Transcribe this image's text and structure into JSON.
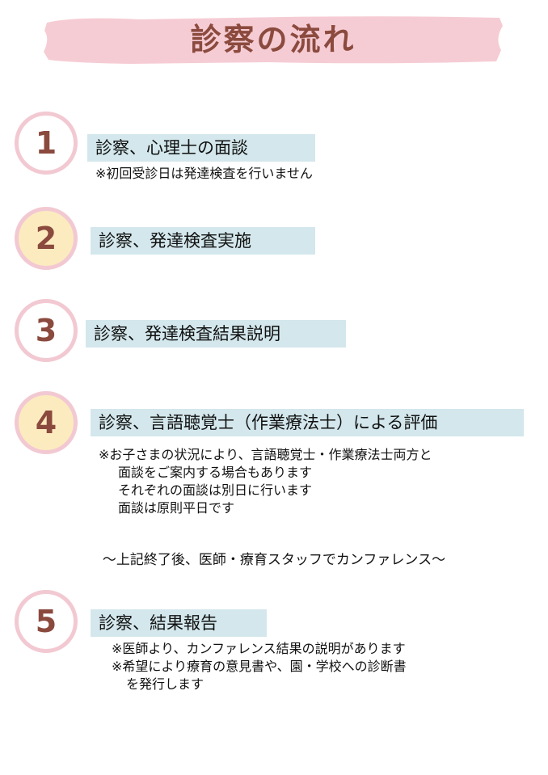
{
  "title": "診察の流れ",
  "colors": {
    "title_band": "#f6ccd4",
    "title_text": "#8b4a3e",
    "circle_border": "#f2c9d2",
    "circle_highlight": "#fcebbf",
    "label_band": "#d3e7ec"
  },
  "steps": [
    {
      "number": "1",
      "label": "診察、心理士の面談",
      "notes": [
        "※初回受診日は発達検査を行いません"
      ]
    },
    {
      "number": "2",
      "label": "診察、発達検査実施",
      "notes": []
    },
    {
      "number": "3",
      "label": "診察、発達検査結果説明",
      "notes": []
    },
    {
      "number": "4",
      "label": "診察、言語聴覚士（作業療法士）による評価",
      "notes": [
        "※お子さまの状況により、言語聴覚士・作業療法士両方と",
        "面談をご案内する場合もあります",
        "それぞれの面談は別日に行います",
        "面談は原則平日です"
      ]
    },
    {
      "number": "5",
      "label": "診察、結果報告",
      "notes": [
        "※医師より、カンファレンス結果の説明があります",
        "※希望により療育の意見書や、園・学校への診断書",
        "を発行します"
      ]
    }
  ],
  "conference": "～上記終了後、医師・療育スタッフでカンファレンス～"
}
